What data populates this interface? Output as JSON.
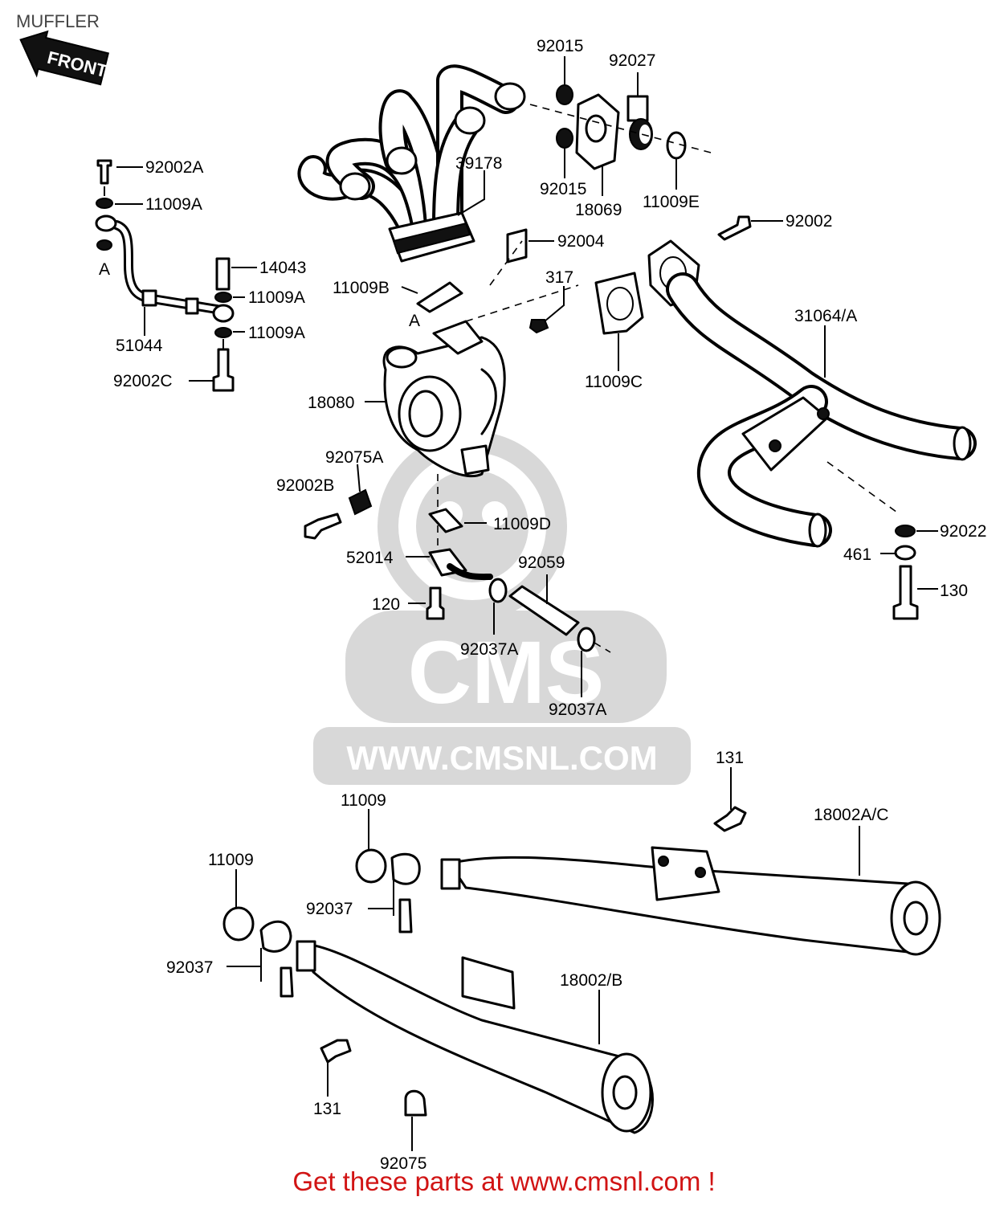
{
  "title": "MUFFLER",
  "front_badge": "FRONT",
  "watermark": {
    "logo": "CMS",
    "url": "WWW.CMSNL.COM"
  },
  "footer": "Get these parts at www.cmsnl.com !",
  "labels": {
    "p92015_top": "92015",
    "p92027": "92027",
    "p92002A": "92002A",
    "p11009A_1": "11009A",
    "refA_1": "A",
    "p39178": "39178",
    "p92015_mid": "92015",
    "p18069": "18069",
    "p11009E": "11009E",
    "p92002": "92002",
    "p14043": "14043",
    "p92004": "92004",
    "p11009A_2": "11009A",
    "p11009B": "11009B",
    "p317": "317",
    "p51044": "51044",
    "p11009A_3": "11009A",
    "refA_2": "A",
    "p31064A": "31064/A",
    "p92002C": "92002C",
    "p11009C": "11009C",
    "p18080": "18080",
    "p92075A": "92075A",
    "p92002B": "92002B",
    "p11009D": "11009D",
    "p92022": "92022",
    "p461": "461",
    "p52014": "52014",
    "p92059": "92059",
    "p130": "130",
    "p120": "120",
    "p92037A_1": "92037A",
    "p92037A_2": "92037A",
    "p131_top": "131",
    "p11009_1": "11009",
    "p18002AC": "18002A/C",
    "p11009_2": "11009",
    "p92037_1": "92037",
    "p92037_2": "92037",
    "p18002B": "18002/B",
    "p131_bot": "131",
    "p92075": "92075"
  }
}
